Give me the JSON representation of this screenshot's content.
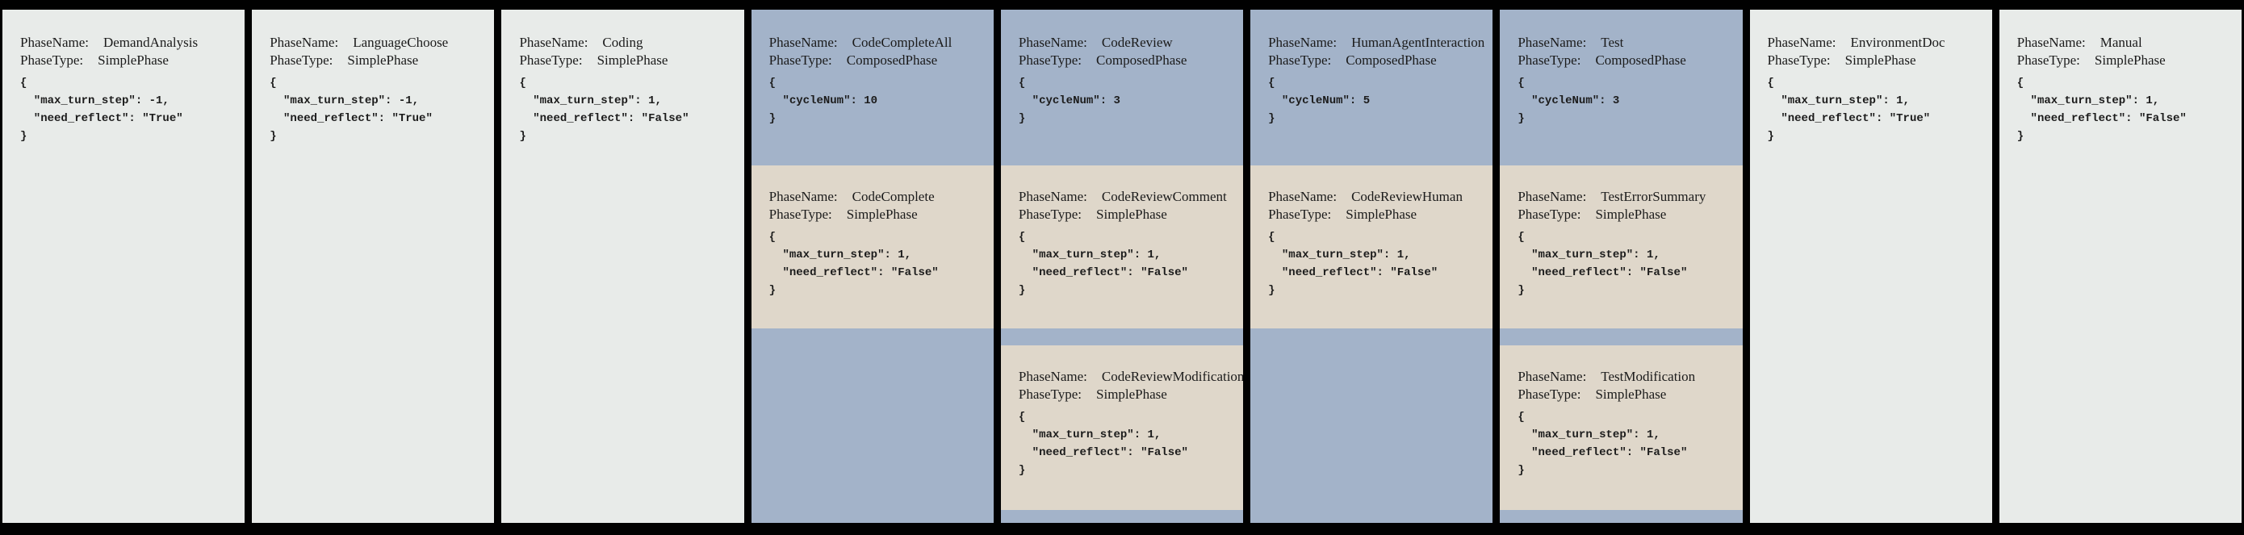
{
  "labels": {
    "name_label": "PhaseName:",
    "type_label": "PhaseType:"
  },
  "colors": {
    "background": "#010101",
    "simple_phase_card": "#e8ebe9",
    "composed_phase_card": "#a3b3c9",
    "sub_phase_card": "#dfd7ca",
    "text": "#1b1b1b"
  },
  "phases": [
    {
      "name": "DemandAnalysis",
      "type": "SimplePhase",
      "config": "{\n  \"max_turn_step\": -1,\n  \"need_reflect\": \"True\"\n}"
    },
    {
      "name": "LanguageChoose",
      "type": "SimplePhase",
      "config": "{\n  \"max_turn_step\": -1,\n  \"need_reflect\": \"True\"\n}"
    },
    {
      "name": "Coding",
      "type": "SimplePhase",
      "config": "{\n  \"max_turn_step\": 1,\n  \"need_reflect\": \"False\"\n}"
    },
    {
      "name": "CodeCompleteAll",
      "type": "ComposedPhase",
      "config": "{\n  \"cycleNum\": 10\n}",
      "children": [
        {
          "name": "CodeComplete",
          "type": "SimplePhase",
          "config": "{\n  \"max_turn_step\": 1,\n  \"need_reflect\": \"False\"\n}"
        }
      ]
    },
    {
      "name": "CodeReview",
      "type": "ComposedPhase",
      "config": "{\n  \"cycleNum\": 3\n}",
      "children": [
        {
          "name": "CodeReviewComment",
          "type": "SimplePhase",
          "config": "{\n  \"max_turn_step\": 1,\n  \"need_reflect\": \"False\"\n}"
        },
        {
          "name": "CodeReviewModification",
          "type": "SimplePhase",
          "config": "{\n  \"max_turn_step\": 1,\n  \"need_reflect\": \"False\"\n}"
        }
      ]
    },
    {
      "name": "HumanAgentInteraction",
      "type": "ComposedPhase",
      "config": "{\n  \"cycleNum\": 5\n}",
      "children": [
        {
          "name": "CodeReviewHuman",
          "type": "SimplePhase",
          "config": "{\n  \"max_turn_step\": 1,\n  \"need_reflect\": \"False\"\n}"
        }
      ]
    },
    {
      "name": "Test",
      "type": "ComposedPhase",
      "config": "{\n  \"cycleNum\": 3\n}",
      "children": [
        {
          "name": "TestErrorSummary",
          "type": "SimplePhase",
          "config": "{\n  \"max_turn_step\": 1,\n  \"need_reflect\": \"False\"\n}"
        },
        {
          "name": "TestModification",
          "type": "SimplePhase",
          "config": "{\n  \"max_turn_step\": 1,\n  \"need_reflect\": \"False\"\n}"
        }
      ]
    },
    {
      "name": "EnvironmentDoc",
      "type": "SimplePhase",
      "config": "{\n  \"max_turn_step\": 1,\n  \"need_reflect\": \"True\"\n}"
    },
    {
      "name": "Manual",
      "type": "SimplePhase",
      "config": "{\n  \"max_turn_step\": 1,\n  \"need_reflect\": \"False\"\n}"
    }
  ]
}
